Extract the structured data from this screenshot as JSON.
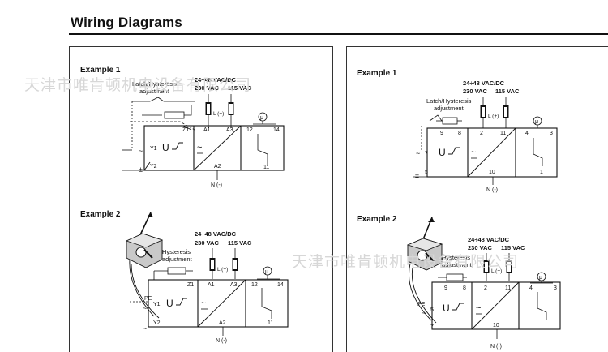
{
  "heading": "Wiring Diagrams",
  "watermark": "天津市唯肯顿机电设备有限公司",
  "left": {
    "ex1": {
      "title": "Example 1",
      "latch_l1": "Latch/Hysteresis",
      "latch_l2": "adjustment",
      "volt_l1": "24÷48 VAC/DC",
      "volt_l2": "230 VAC",
      "volt_l3": "115 VAC",
      "l_plus": "L (+)",
      "z1": "Z1",
      "a1": "A1",
      "a3": "A3",
      "t12": "12",
      "t14": "14",
      "t11": "11",
      "y1": "Y1",
      "y2": "Y2",
      "a2": "A2",
      "n_minus": "N (-)",
      "u": "U",
      "mu": "μ",
      "tilde": "~",
      "plusminus": "±"
    },
    "ex2": {
      "title": "Example 2",
      "hyst_l1": "Hysteresis",
      "hyst_l2": "adjustment",
      "volt_l1": "24÷48 VAC/DC",
      "volt_l2": "230 VAC",
      "volt_l3": "115 VAC",
      "l_plus": "L (+)",
      "z1": "Z1",
      "a1": "A1",
      "a3": "A3",
      "t12": "12",
      "t14": "14",
      "t11": "11",
      "pe": "PE",
      "y1": "Y1",
      "y2": "Y2",
      "a2": "A2",
      "n_minus": "N (-)",
      "u": "U",
      "mu": "μ",
      "tilde": "~"
    }
  },
  "right": {
    "ex1": {
      "title": "Example 1",
      "volt_l1": "24÷48 VAC/DC",
      "volt_l2": "230 VAC",
      "volt_l3": "115 VAC",
      "latch_l1": "Latch/Hysteresis",
      "latch_l2": "adjustment",
      "l_plus": "L (+)",
      "t9": "9",
      "t8": "8",
      "t2": "2",
      "t11": "11",
      "t4": "4",
      "t3": "3",
      "t7": "7",
      "t5": "5",
      "t10": "10",
      "t1": "1",
      "n_minus": "N (-)",
      "u": "U",
      "mu": "μ",
      "tilde": "~",
      "plusminus": "±"
    },
    "ex2": {
      "title": "Example 2",
      "volt_l1": "24÷48 VAC/DC",
      "volt_l2": "230 VAC",
      "volt_l3": "115 VAC",
      "hyst_l1": "Hysteresis",
      "hyst_l2": "adjustment",
      "l_plus": "L (+)",
      "t9": "9",
      "t8": "8",
      "t2": "2",
      "t11": "11",
      "t4": "4",
      "t3": "3",
      "pe": "PE",
      "t5": "5",
      "t7": "7",
      "t10": "10",
      "n_minus": "N (-)",
      "u": "U",
      "mu": "μ",
      "tilde": "~"
    }
  }
}
